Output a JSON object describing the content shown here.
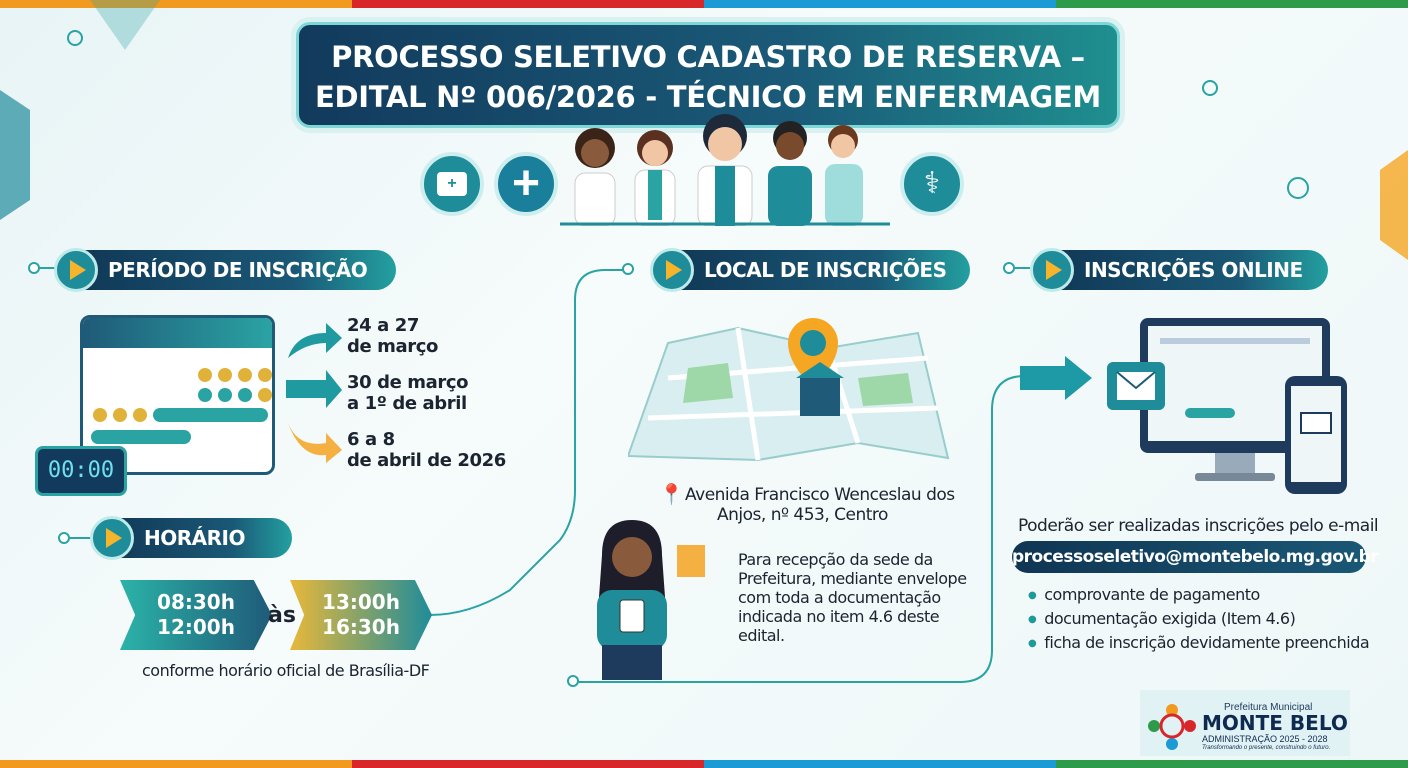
{
  "colors": {
    "strip": [
      "#f29a1f",
      "#d9262b",
      "#1c9ad6",
      "#2e9b4a"
    ],
    "navy": "#0f3553",
    "teal": "#1f8c9a",
    "accent": "#f5b42a"
  },
  "title": {
    "line1": "PROCESSO SELETIVO CADASTRO DE RESERVA –",
    "line2": "EDITAL Nº 006/2026 - TÉCNICO EM ENFERMAGEM"
  },
  "icons": [
    "first-aid-kit-icon",
    "medical-cross-icon",
    "stethoscope-icon"
  ],
  "periodo": {
    "header": "PERÍODO DE INSCRIÇÃO",
    "clock": "00:00",
    "dates": [
      {
        "line1": "24 a 27",
        "line2": "de março"
      },
      {
        "line1": "30 de março",
        "line2": "a 1º de abril"
      },
      {
        "line1": "6 a 8",
        "line2": "de abril de 2026"
      }
    ]
  },
  "horario": {
    "header": "HORÁRIO",
    "start": {
      "line1": "08:30h",
      "line2": "12:00h"
    },
    "sep": "às",
    "end": {
      "line1": "13:00h",
      "line2": "16:30h"
    },
    "note": "conforme horário oficial de Brasília-DF"
  },
  "local": {
    "header": "LOCAL DE INSCRIÇÕES",
    "address_line1": "Avenida Francisco Wenceslau dos",
    "address_line2": "Anjos, nº 453, Centro",
    "description": [
      "Para recepção da sede da",
      "Prefeitura, mediante envelope",
      "com toda a documentação",
      "indicada no item 4.6 deste",
      "edital."
    ]
  },
  "online": {
    "header": "INSCRIÇÕES ONLINE",
    "intro": "Poderão ser realizadas inscrições pelo e-mail",
    "email": "processoseletivo@montebelo.mg.gov.br",
    "items": [
      "comprovante de pagamento",
      "documentação exigida (Item 4.6)",
      "ficha de inscrição devidamente preenchida"
    ]
  },
  "logo": {
    "top": "Prefeitura Municipal",
    "name": "MONTE BELO",
    "admin": "ADMINISTRAÇÃO 2025 - 2028",
    "slogan": "Transformando o presente, construindo o futuro."
  }
}
